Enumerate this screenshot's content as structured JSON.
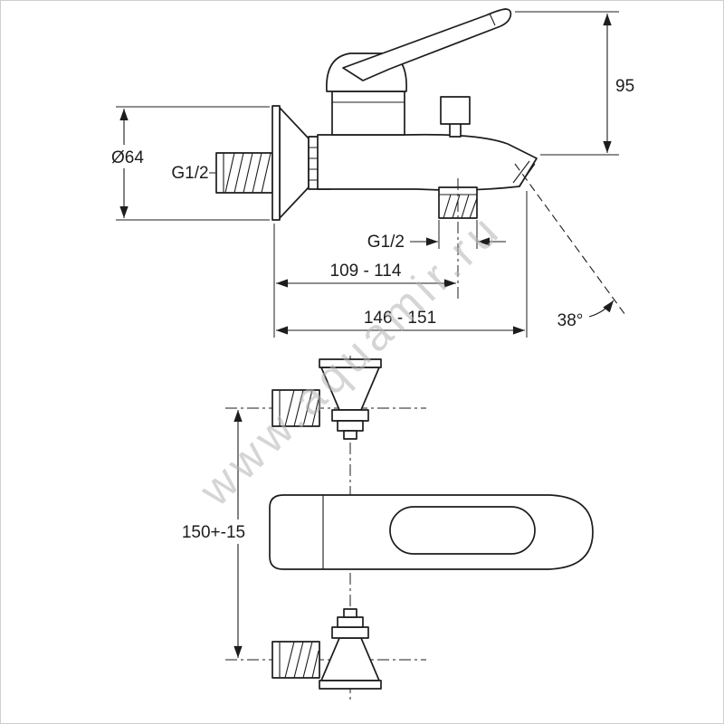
{
  "drawing": {
    "watermark": "www.aquamir.ru",
    "colors": {
      "line": "#1d1d1d",
      "watermark": "#b3b3b3",
      "background": "#ffffff",
      "page_border": "#cfcfcf"
    },
    "side_view": {
      "dim_escutcheon_diameter": "Ø64",
      "dim_inlet_thread": "G1/2",
      "dim_handle_height": "95",
      "dim_outlet_thread": "G1/2",
      "dim_wall_to_outlet": "109 - 114",
      "dim_wall_to_spout_tip": "146 - 151",
      "dim_spout_angle": "38°"
    },
    "front_view": {
      "dim_inlet_spacing": "150+-15"
    }
  }
}
